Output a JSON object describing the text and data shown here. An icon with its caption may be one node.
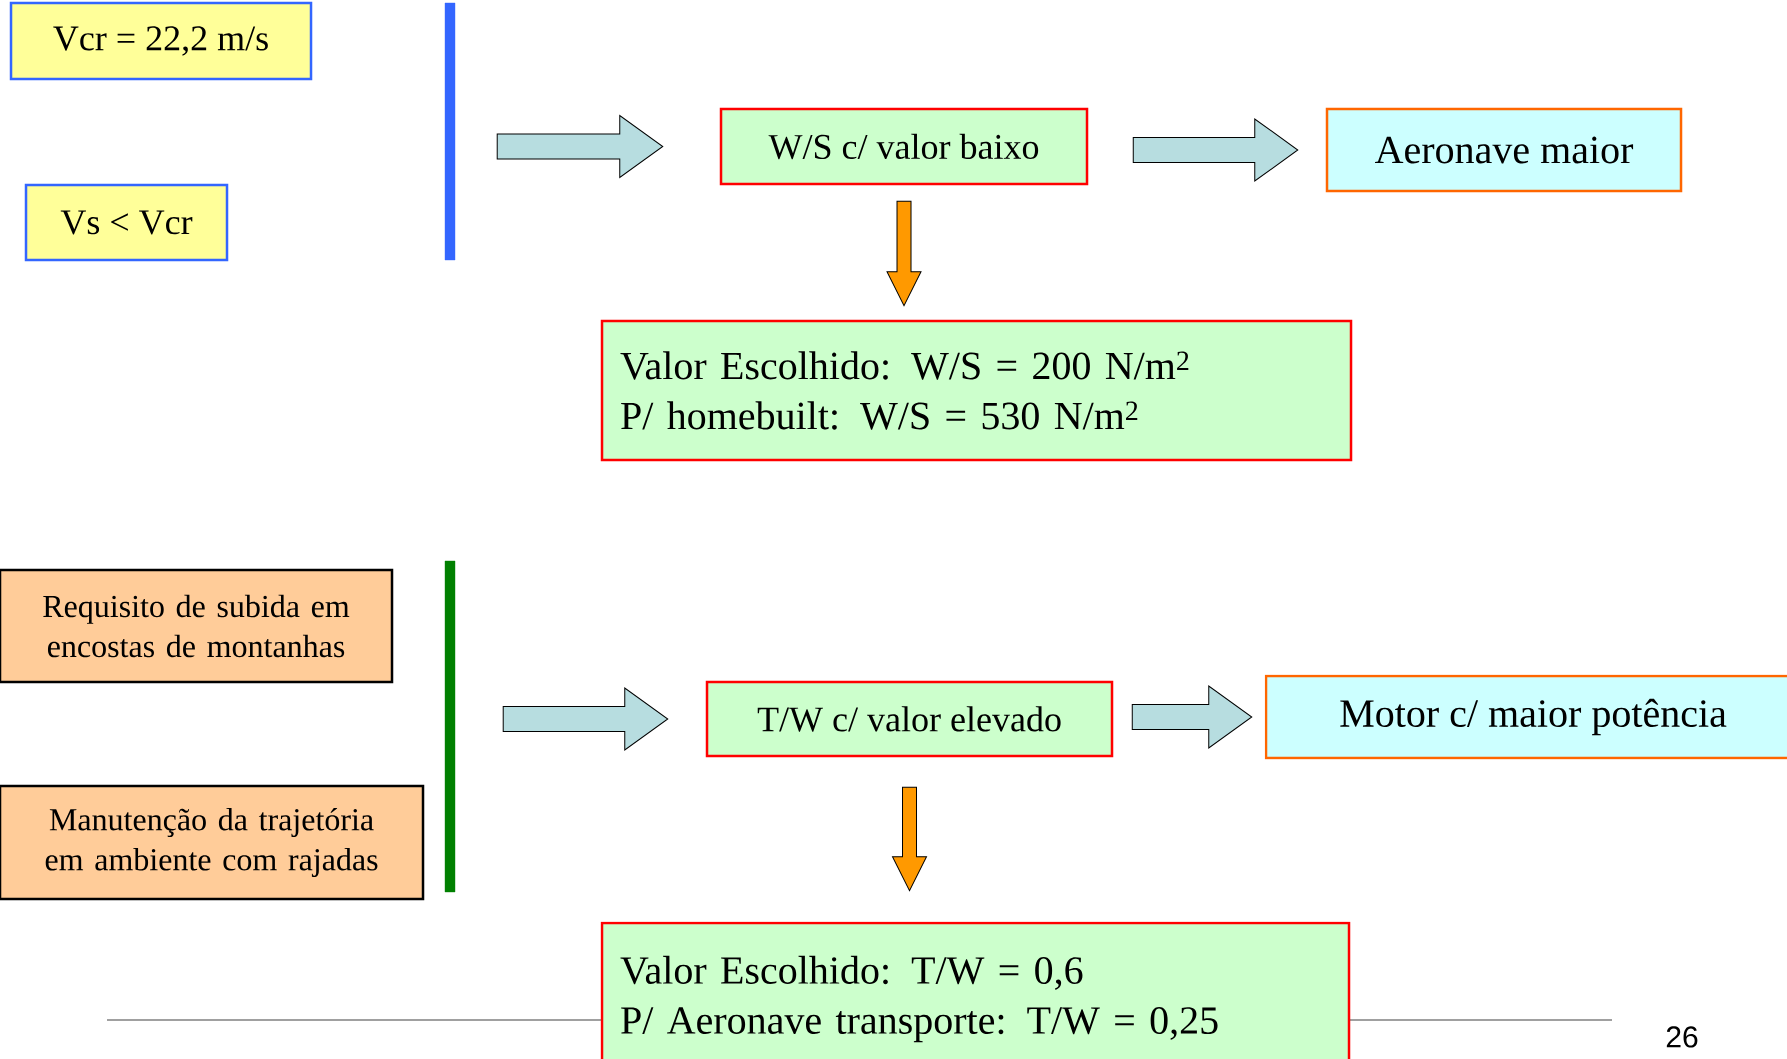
{
  "diagram": {
    "nodes": [
      {
        "text": [
          "Vcr = 22,2 m/s"
        ]
      },
      {
        "text": [
          "Vs < Vcr"
        ]
      },
      {
        "text": [],
        "shape": "bar"
      },
      {
        "text": [
          "W/S c/ valor baixo"
        ]
      },
      {
        "text": [
          "Aeronave maior"
        ]
      },
      {
        "text": [
          "Valor Escolhido: W/S = 200 N/m$^{2}$",
          "P/ homebuilt: W/S = 530 N/m$^{2}$"
        ]
      },
      {
        "text": [
          "Requisito de subida em encostas de montanhas"
        ]
      },
      {
        "text": [
          "Manutenção da trajetória em ambiente com rajadas"
        ]
      },
      {
        "text": [],
        "shape": "bar"
      },
      {
        "text": [
          "T/W c/ valor elevado"
        ]
      },
      {
        "text": [
          "Motor c/ maior potência"
        ]
      },
      {
        "text": [
          "Valor Escolhido: T/W = 0,6",
          "P/ Aeronave transporte: T/W = 0,25"
        ]
      }
    ],
    "edges": [
      {
        "from": 2,
        "to": 3,
        "arrow": "to"
      },
      {
        "from": 3,
        "to": 4,
        "arrow": "to"
      },
      {
        "from": 3,
        "to": 5,
        "arrow": "to",
        "color": "#ff9900"
      },
      {
        "from": 8,
        "to": 9,
        "arrow": "to"
      },
      {
        "from": 9,
        "to": 10,
        "arrow": "to"
      },
      {
        "from": 9,
        "to": 11,
        "arrow": "to",
        "color": "#ff9900"
      }
    ],
    "labels": [
      "26"
    ]
  }
}
